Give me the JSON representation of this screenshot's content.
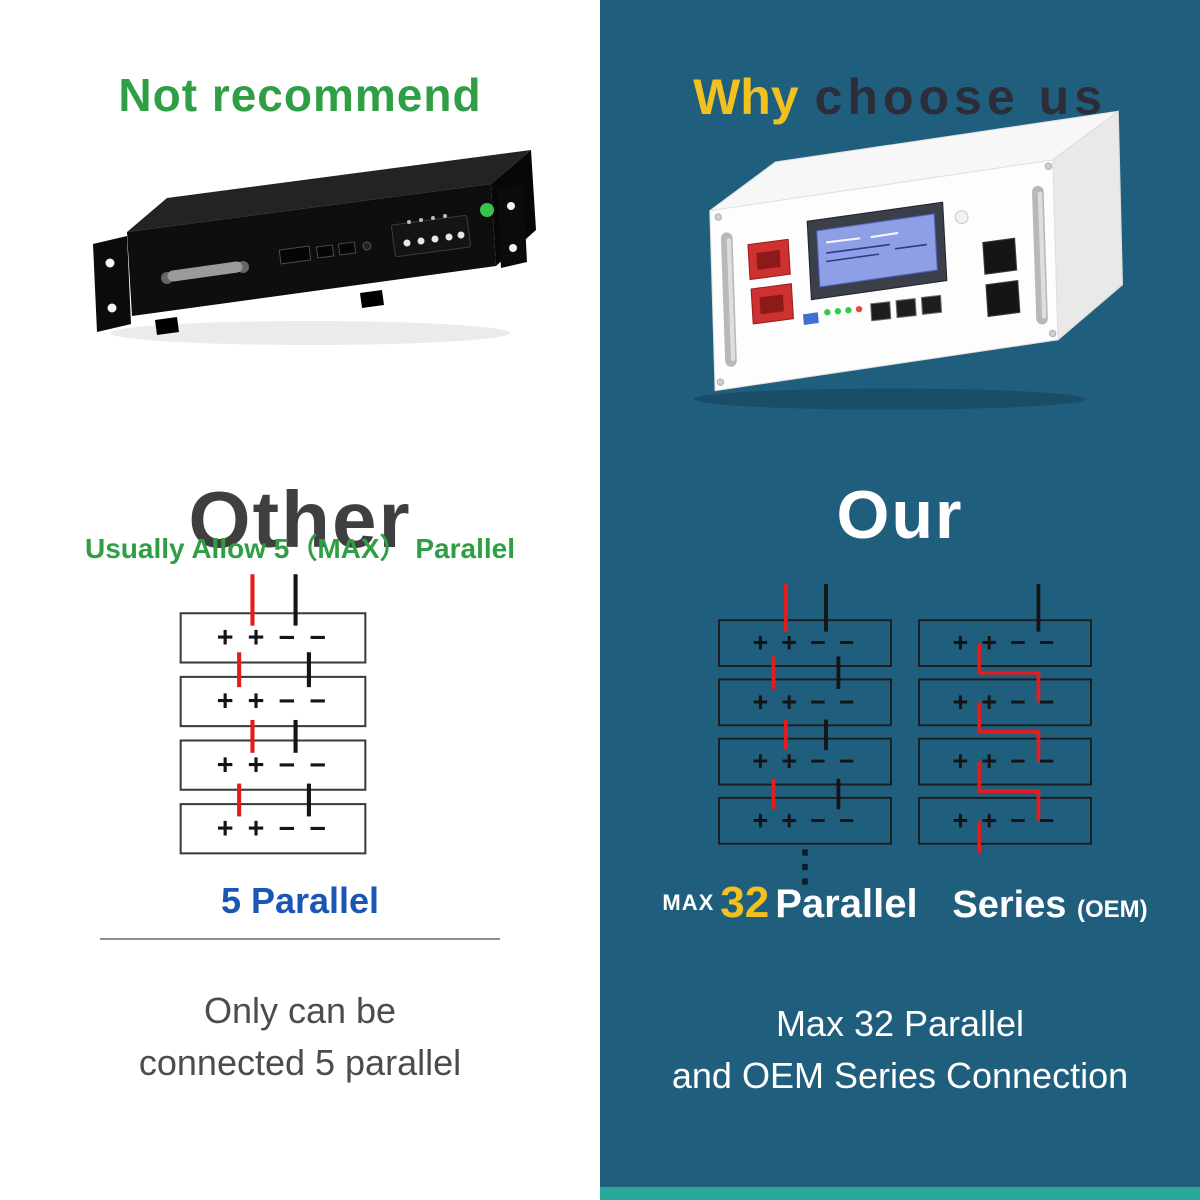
{
  "palette": {
    "green": "#2f9e44",
    "yellow": "#f2c11e",
    "blue_text": "#1a57b5",
    "panel_blue": "#205e7e",
    "accent_teal": "#2aa79b",
    "wire_red": "#e11d1d",
    "wire_black": "#141414",
    "dark_heading": "#2c2d38",
    "gray_heading": "#3f3f3f"
  },
  "left": {
    "heading": "Not recommend",
    "title": "Other",
    "subtitle": "Usually Allow 5（MAX） Parallel",
    "battery_terminals": "+ + − −",
    "diagram_caption": "5 Parallel",
    "footer_line1": "Only can be",
    "footer_line2": "connected 5 parallel"
  },
  "right": {
    "heading_word1": "Why",
    "heading_rest": "choose us",
    "title": "Our",
    "battery_terminals": "+ + − −",
    "ellipsis": "⋮",
    "max_label": "MAX",
    "parallel_number": "32",
    "parallel_label": "Parallel",
    "series_label": "Series",
    "series_oem_label": "(OEM)",
    "footer_line1": "Max 32 Parallel",
    "footer_line2": "and OEM Series Connection"
  }
}
